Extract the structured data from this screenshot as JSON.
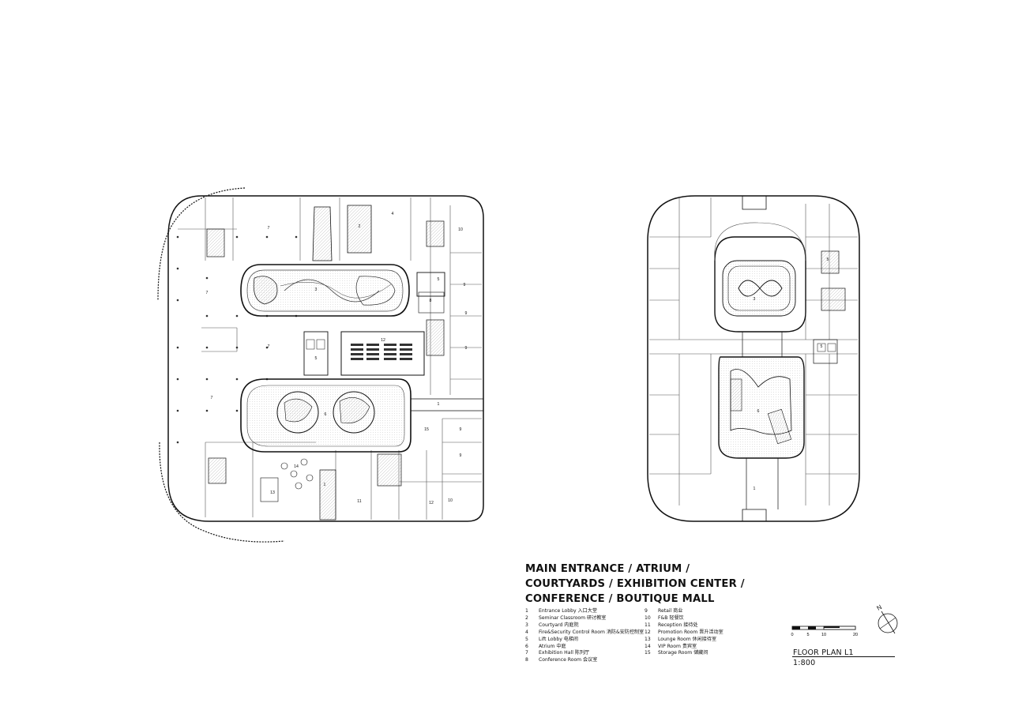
{
  "title": {
    "lines": [
      "MAIN ENTRANCE / ATRIUM /",
      "COURTYARDS / EXHIBITION CENTER /",
      "CONFERENCE / BOUTIQUE MALL"
    ]
  },
  "legend": {
    "left": [
      {
        "num": "1",
        "label": "Entrance Lobby  入口大堂"
      },
      {
        "num": "2",
        "label": "Seminar Classroom  研讨教室"
      },
      {
        "num": "3",
        "label": "Courtyard  内庭院"
      },
      {
        "num": "4",
        "label": "Fire&Security Control Room  消防&安防控制室"
      },
      {
        "num": "5",
        "label": "Lift Lobby  电梯间"
      },
      {
        "num": "6",
        "label": "Atrium  中庭"
      },
      {
        "num": "7",
        "label": "Exhibition Hall  陈列厅"
      },
      {
        "num": "8",
        "label": "Conference Room  会议室"
      }
    ],
    "right": [
      {
        "num": "9",
        "label": "Retail  商业"
      },
      {
        "num": "10",
        "label": "F&B  轻餐饮"
      },
      {
        "num": "11",
        "label": "Reception  接待处"
      },
      {
        "num": "12",
        "label": "Promotion Room  晋升活动室"
      },
      {
        "num": "13",
        "label": "Lounge Room  休闲接待室"
      },
      {
        "num": "14",
        "label": "VIP Room  贵宾室"
      },
      {
        "num": "15",
        "label": "Storage Room  储藏间"
      }
    ]
  },
  "scale_bar": {
    "ticks": [
      "0",
      "5",
      "10",
      "20"
    ]
  },
  "plan_label": "FLOOR PLAN L1",
  "scale_ratio": "1:800",
  "compass_letter": "N",
  "plan_left": {
    "room_numbers": [
      "7",
      "7",
      "7",
      "7",
      "2",
      "4",
      "10",
      "9",
      "9",
      "9",
      "5",
      "5",
      "3",
      "8",
      "12",
      "6",
      "1",
      "15",
      "9",
      "9",
      "12",
      "10",
      "11",
      "13",
      "14",
      "1"
    ]
  },
  "plan_right": {
    "room_numbers": [
      "3",
      "6",
      "1",
      "5",
      "5"
    ]
  },
  "colors": {
    "ink": "#111111",
    "paper": "#ffffff",
    "line_light": "#777777"
  }
}
